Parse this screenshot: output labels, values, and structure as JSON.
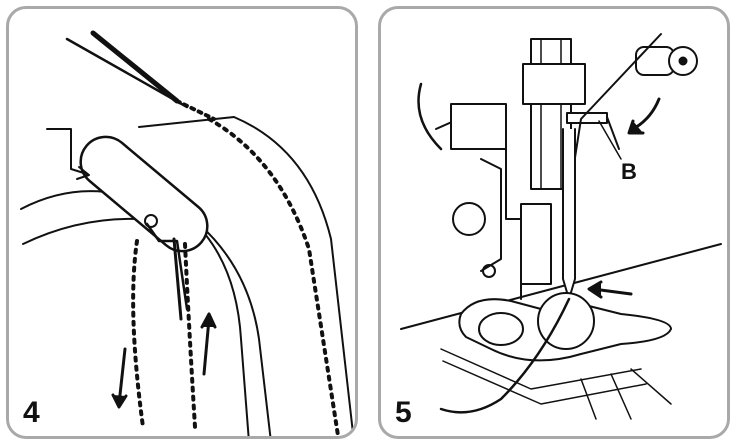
{
  "steps": [
    {
      "number": "4"
    },
    {
      "number": "5",
      "callout": "B"
    }
  ]
}
